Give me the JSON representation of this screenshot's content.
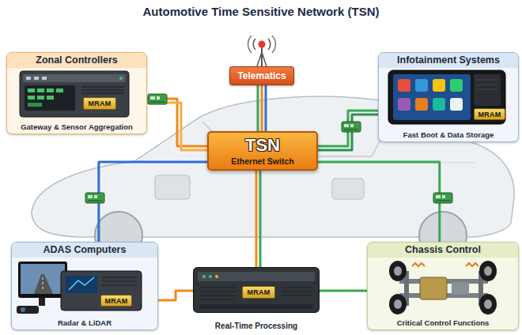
{
  "diagram": {
    "title": "Automotive Time Sensitive Network (TSN)",
    "nodes": [
      {
        "text": [
          "Zonal Controllers",
          "Gateway & Sensor Aggregation"
        ]
      },
      {
        "text": [
          "MRAM"
        ],
        "in": 0
      },
      {
        "text": [
          "Telematics"
        ]
      },
      {
        "text": [
          "Infotainment Systems",
          "Fast Boot & Data Storage"
        ]
      },
      {
        "text": [
          "MRAM"
        ],
        "in": 3
      },
      {
        "text": [
          "TSN",
          "Ethernet Switch"
        ]
      },
      {
        "text": [
          "ADAS Computers",
          "Radar & LiDAR"
        ]
      },
      {
        "text": [
          "MRAM"
        ],
        "in": 6
      },
      {
        "text": [
          "Real-Time Processing"
        ]
      },
      {
        "text": [
          "MRAM"
        ],
        "in": 8
      },
      {
        "text": [
          "Chassis Control",
          "Critical Control Functions"
        ]
      }
    ],
    "edges": [
      {
        "from": 5,
        "to": 0,
        "arrow": "none"
      },
      {
        "from": 5,
        "to": 2,
        "arrow": "none"
      },
      {
        "from": 5,
        "to": 3,
        "arrow": "none"
      },
      {
        "from": 5,
        "to": 6,
        "arrow": "none"
      },
      {
        "from": 5,
        "to": 8,
        "arrow": "none"
      },
      {
        "from": 5,
        "to": 10,
        "arrow": "none"
      },
      {
        "from": 6,
        "to": 8,
        "arrow": "none"
      },
      {
        "from": 8,
        "to": 10,
        "arrow": "none"
      }
    ]
  }
}
